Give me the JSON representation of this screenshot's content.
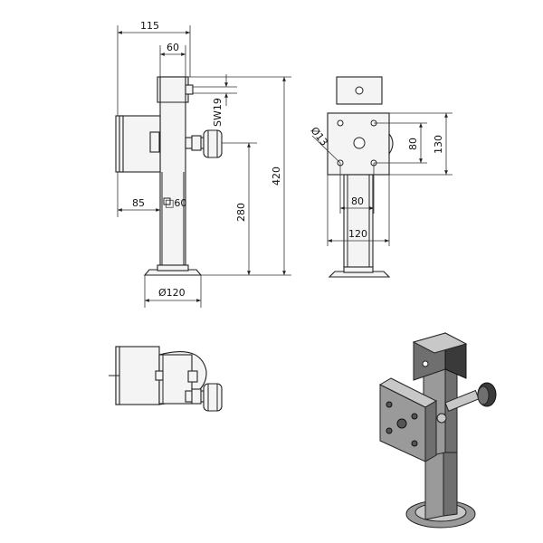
{
  "dimensions": {
    "front": {
      "overall_width": "115",
      "tube_width": "60",
      "wrench_size": "SW19",
      "total_height": "420",
      "crank_height": "280",
      "offset": "85",
      "tube_section": "□60",
      "foot_diameter": "Ø120"
    },
    "side": {
      "hole_diameter": "Ø13",
      "hole_spacing_v": "80",
      "plate_height": "130",
      "hole_spacing_h": "80",
      "plate_width": "120"
    }
  },
  "colors": {
    "line": "#222222",
    "body_fill": "#f4f4f4",
    "dark_metal": "#3a3a3a"
  }
}
